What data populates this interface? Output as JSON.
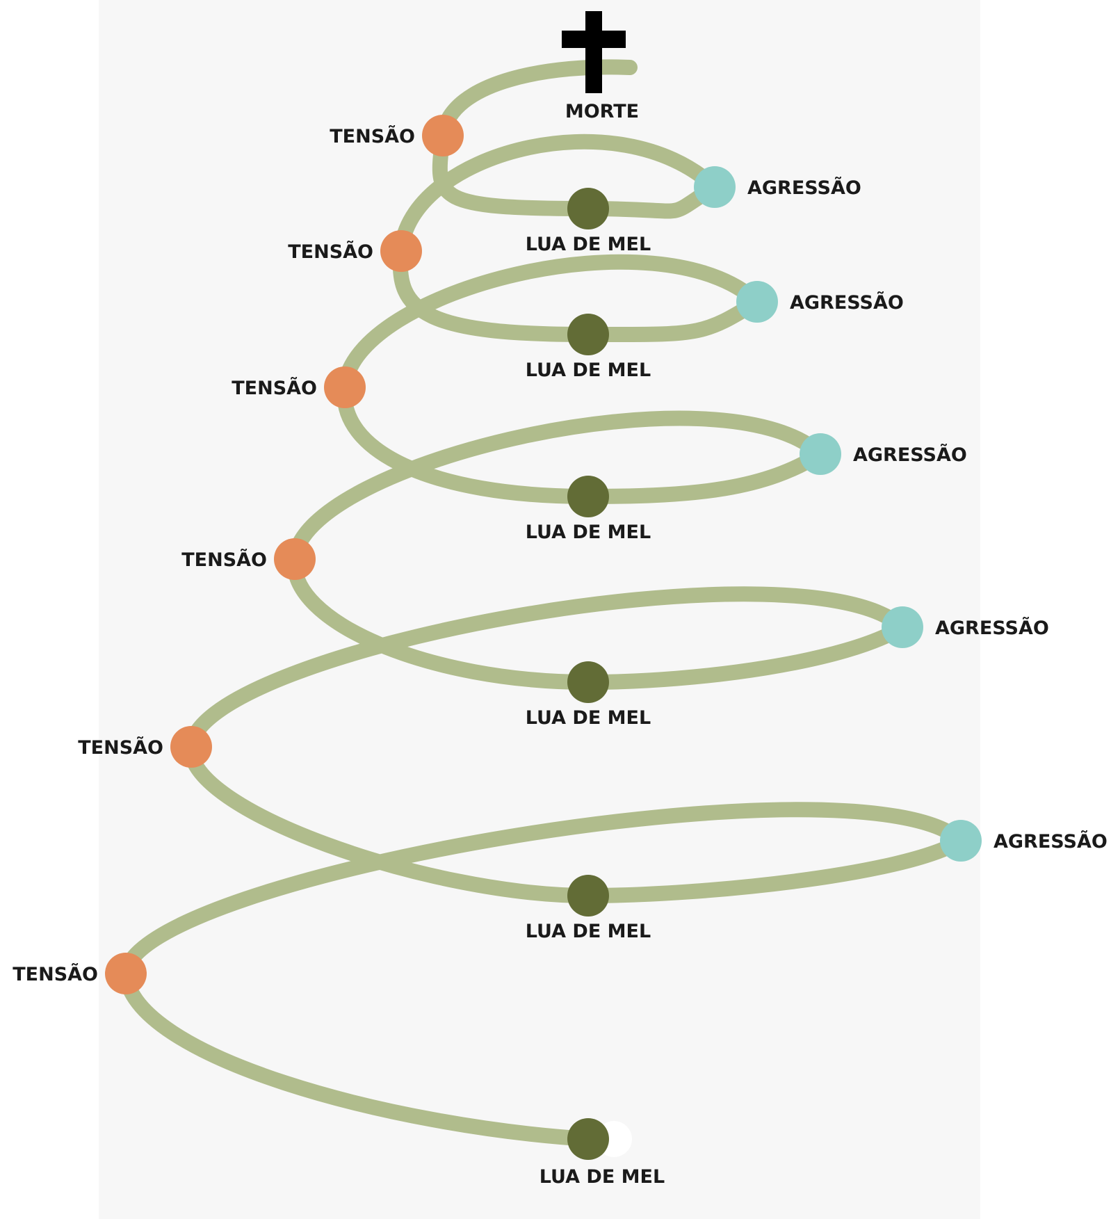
{
  "colors": {
    "spiral": "#b0bc8c",
    "tension": "#e58b58",
    "aggression": "#8ecfc8",
    "honeymoon": "#626c36",
    "cross": "#000000",
    "background": "#f7f7f7"
  },
  "end": {
    "label": "MORTE",
    "icon": "cross-icon"
  },
  "phases": {
    "tension_label": "TENSÃO",
    "aggression_label": "AGRESSÃO",
    "honeymoon_label": "LUA DE MEL"
  },
  "cycles": [
    {
      "tension": "TENSÃO",
      "aggression": "AGRESSÃO",
      "honeymoon": "LUA DE MEL"
    },
    {
      "tension": "TENSÃO",
      "aggression": "AGRESSÃO",
      "honeymoon": "LUA DE MEL"
    },
    {
      "tension": "TENSÃO",
      "aggression": "AGRESSÃO",
      "honeymoon": "LUA DE MEL"
    },
    {
      "tension": "TENSÃO",
      "aggression": "AGRESSÃO",
      "honeymoon": "LUA DE MEL"
    },
    {
      "tension": "TENSÃO",
      "aggression": "AGRESSÃO",
      "honeymoon": "LUA DE MEL"
    },
    {
      "tension": "TENSÃO",
      "honeymoon": "LUA DE MEL"
    }
  ]
}
